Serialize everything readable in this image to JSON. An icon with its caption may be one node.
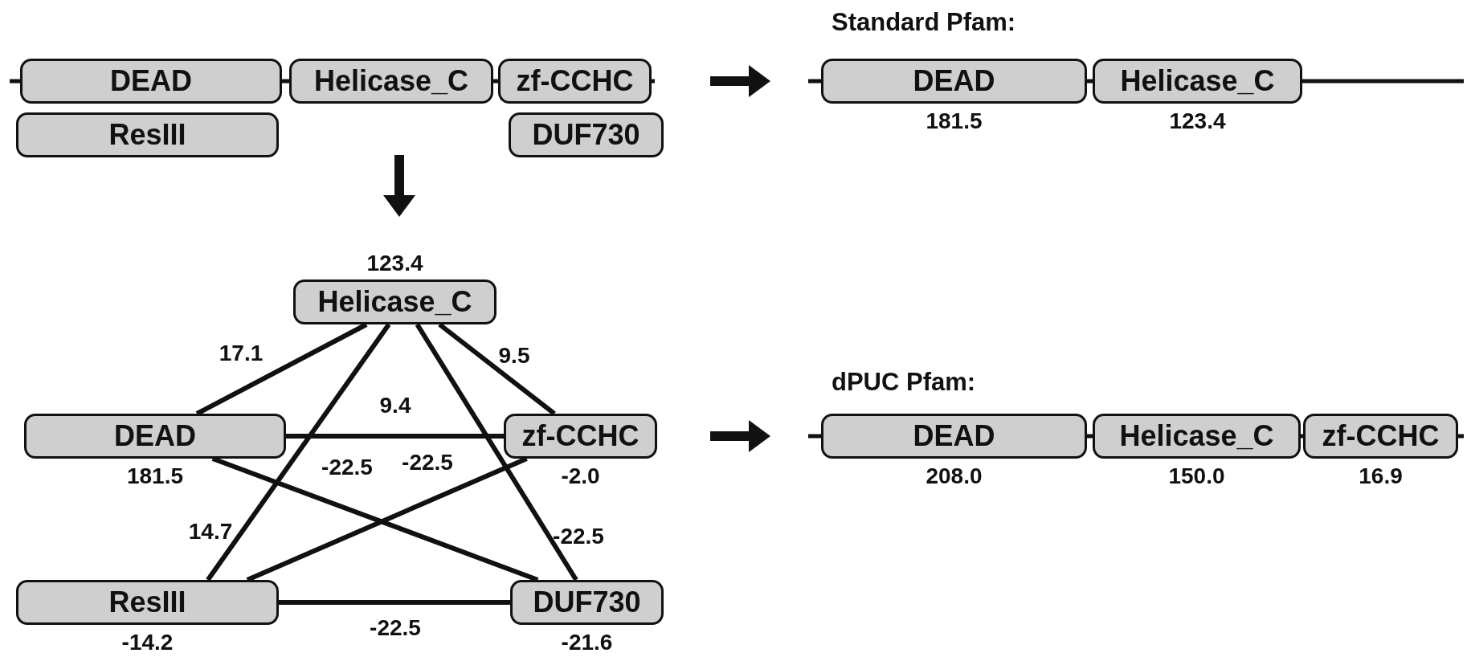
{
  "diagram": {
    "nodes": [
      {
        "text": [
          "DEAD"
        ]
      },
      {
        "text": [
          "Helicase_C"
        ]
      },
      {
        "text": [
          "zf-CCHC"
        ]
      },
      {
        "text": [
          "ResIII"
        ]
      },
      {
        "text": [
          "DUF730"
        ]
      },
      {
        "text": [
          "Helicase_C"
        ],
        "beside": [
          "123.4"
        ]
      },
      {
        "text": [
          "DEAD"
        ],
        "beside": [
          "181.5"
        ]
      },
      {
        "text": [
          "zf-CCHC"
        ],
        "beside": [
          "-2.0"
        ]
      },
      {
        "text": [
          "ResIII"
        ],
        "beside": [
          "-14.2"
        ]
      },
      {
        "text": [
          "DUF730"
        ],
        "beside": [
          "-21.6"
        ]
      },
      {
        "text": [
          "DEAD"
        ],
        "beside": [
          "181.5"
        ]
      },
      {
        "text": [
          "Helicase_C"
        ],
        "beside": [
          "123.4"
        ]
      },
      {
        "text": [
          "DEAD"
        ],
        "beside": [
          "208.0"
        ]
      },
      {
        "text": [
          "Helicase_C"
        ],
        "beside": [
          "150.0"
        ]
      },
      {
        "text": [
          "zf-CCHC"
        ],
        "beside": [
          "16.9"
        ]
      }
    ],
    "edges": [
      {
        "from": 5,
        "to": 6,
        "arrow": "none",
        "label": "17.1"
      },
      {
        "from": 5,
        "to": 8,
        "arrow": "none",
        "label": "14.7"
      },
      {
        "from": 5,
        "to": 9,
        "arrow": "none",
        "label": "-22.5"
      },
      {
        "from": 5,
        "to": 7,
        "arrow": "none",
        "label": "9.5"
      },
      {
        "from": 6,
        "to": 7,
        "arrow": "none",
        "label": "9.4"
      },
      {
        "from": 6,
        "to": 9,
        "arrow": "none",
        "label": "-22.5"
      },
      {
        "from": 7,
        "to": 8,
        "arrow": "none",
        "label": "-22.5"
      },
      {
        "from": 8,
        "to": 9,
        "arrow": "none",
        "label": "-22.5"
      }
    ],
    "labels": [
      "Standard Pfam:",
      "dPUC Pfam:"
    ]
  }
}
